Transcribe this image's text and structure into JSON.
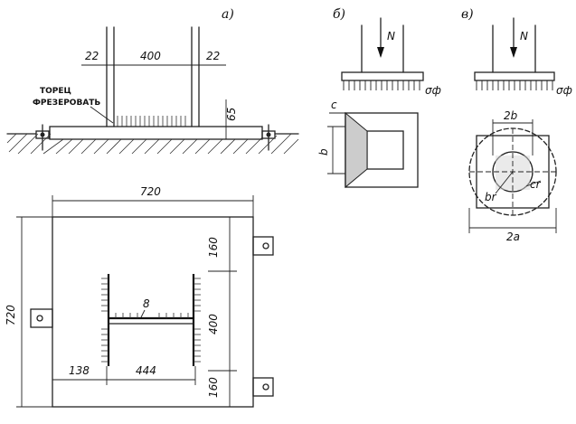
{
  "view_a": {
    "title": "а)",
    "dim_flange_left": "22",
    "dim_web": "400",
    "dim_flange_right": "22",
    "note_line1": "ТОРЕЦ",
    "note_line2": "ФРЕЗЕРОВАТЬ",
    "dim_plate_thickness": "65"
  },
  "view_b": {
    "title": "б)",
    "load": "N",
    "pressure": "σф",
    "dim_c": "c",
    "dim_b": "b"
  },
  "view_v": {
    "title": "в)",
    "load": "N",
    "pressure": "σф",
    "dim_2b": "2b",
    "dim_2a": "2a",
    "radius_label": "br",
    "corner_label": "cr"
  },
  "plan": {
    "dim_width": "720",
    "dim_height": "720",
    "dim_top": "160",
    "dim_middle": "400",
    "dim_bottom": "160",
    "dim_offset": "138",
    "dim_span": "444",
    "weld_label": "8"
  }
}
